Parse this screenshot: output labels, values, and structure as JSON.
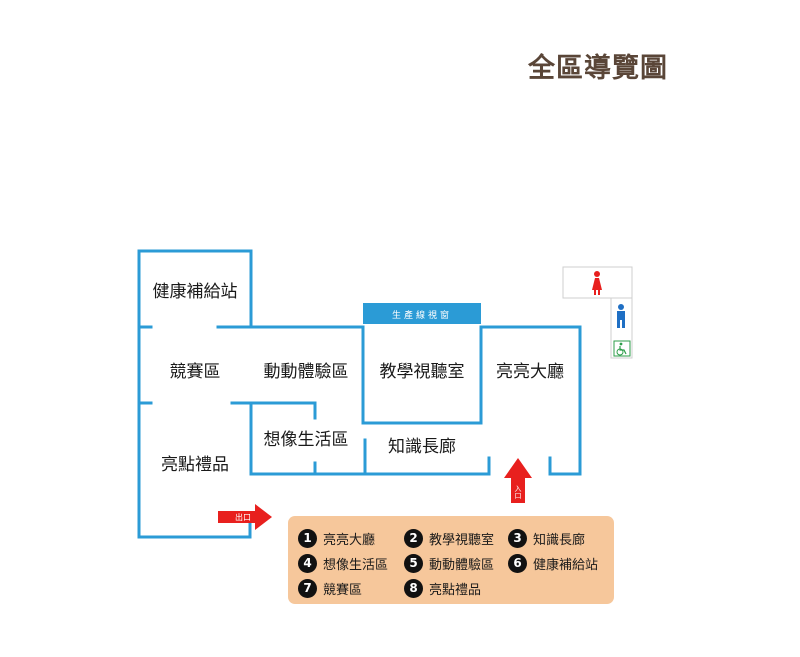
{
  "title": "全區導覽圖",
  "rooms": {
    "health_station": "健康補給站",
    "competition": "競賽區",
    "motion_experience": "動動體驗區",
    "classroom": "教學視聽室",
    "hall": "亮亮大廳",
    "imagination": "想像生活區",
    "corridor": "知識長廊",
    "gift_shop": "亮點禮品"
  },
  "production_line_banner": "生產線視窗",
  "entrance_label": "入口",
  "exit_label": "出口",
  "legend": [
    {
      "num": "1",
      "label": "亮亮大廳"
    },
    {
      "num": "2",
      "label": "教學視聽室"
    },
    {
      "num": "3",
      "label": "知識長廊"
    },
    {
      "num": "4",
      "label": "想像生活區"
    },
    {
      "num": "5",
      "label": "動動體驗區"
    },
    {
      "num": "6",
      "label": "健康補給站"
    },
    {
      "num": "7",
      "label": "競賽區"
    },
    {
      "num": "8",
      "label": "亮點禮品"
    }
  ],
  "colors": {
    "wall": "#2b9bd6",
    "banner": "#2b9bd6",
    "arrow": "#e8201e",
    "legend_bg": "#f6c79b",
    "title": "#5a4638",
    "restroom_female": "#e8201e",
    "restroom_male": "#1f6fc4",
    "accessible": "#2e9e4a"
  },
  "icons": {
    "female": "female-restroom-icon",
    "male": "male-restroom-icon",
    "accessible": "wheelchair-icon"
  }
}
